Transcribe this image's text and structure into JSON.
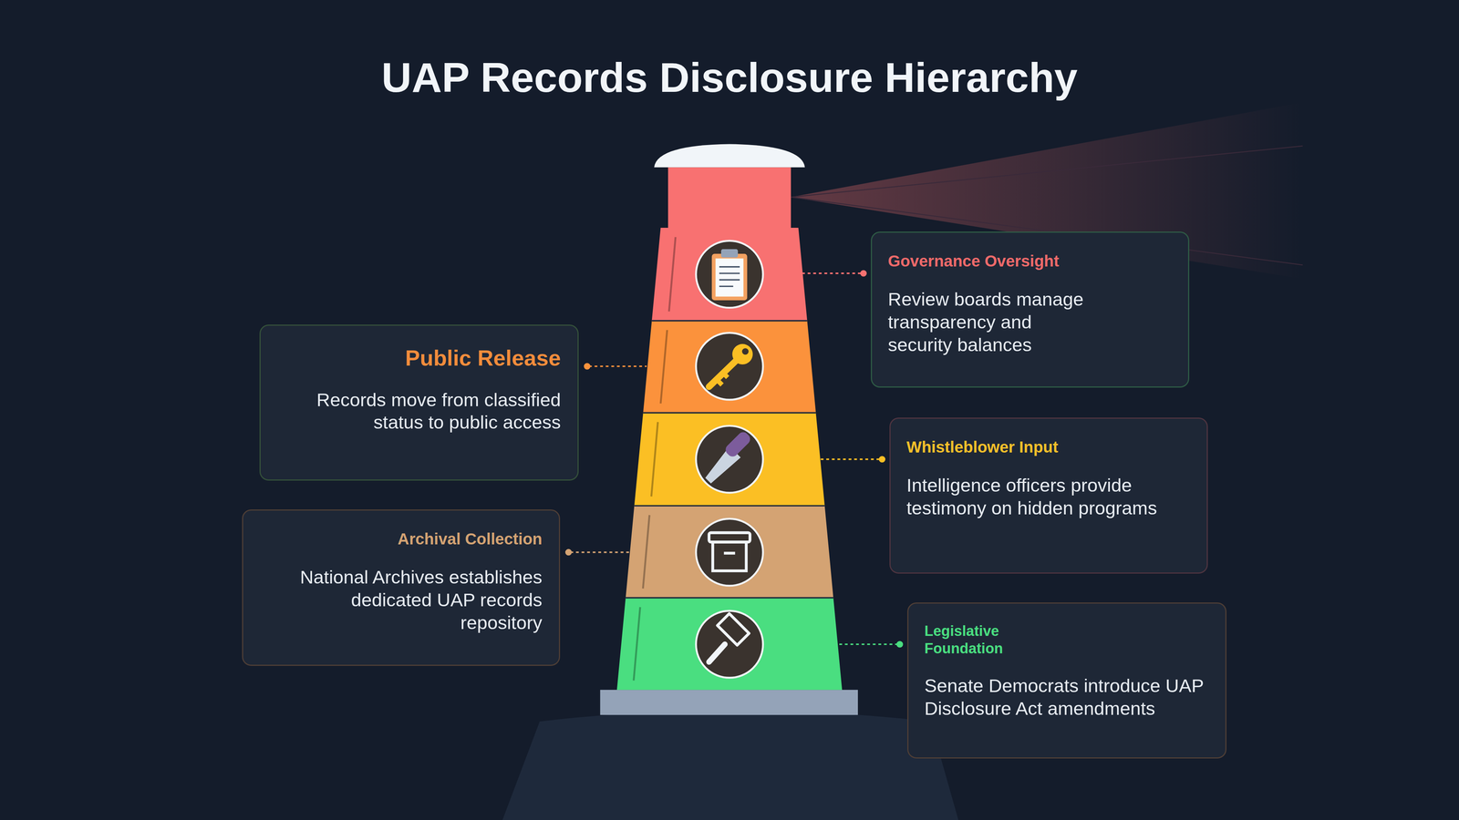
{
  "diagram": {
    "title": "UAP Records Disclosure Hierarchy",
    "nodes": [
      {
        "text": [
          "Governance Oversight",
          "Review boards manage transparency and security balances"
        ]
      },
      {
        "text": [
          "Public Release",
          "Records move from classified status to public access"
        ]
      },
      {
        "text": [
          "Whistleblower Input",
          "Intelligence officers provide testimony on hidden programs"
        ]
      },
      {
        "text": [
          "Archival Collection",
          "National Archives establishes dedicated UAP records repository"
        ]
      },
      {
        "text": [
          "Legislative Foundation",
          "Senate Democrats introduce UAP Disclosure Act amendments"
        ]
      }
    ]
  }
}
